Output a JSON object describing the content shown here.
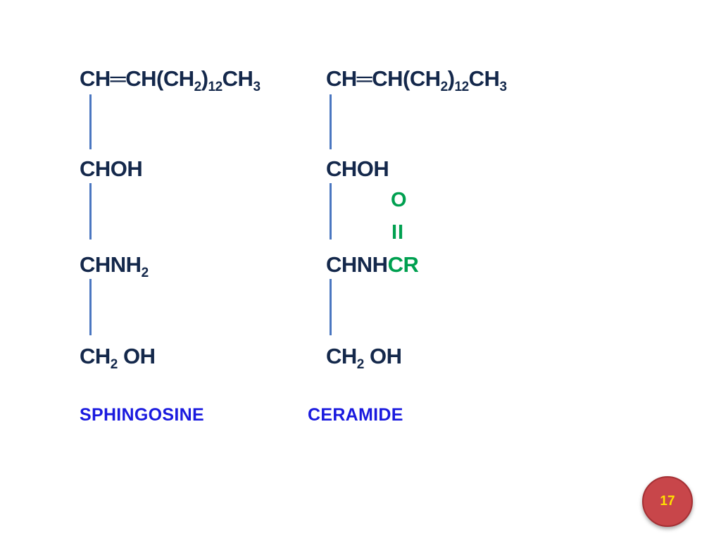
{
  "sphingosine": {
    "row1": {
      "a": "CH",
      "bond": "═",
      "b": "CH(CH",
      "sub1": "2",
      "c": ")",
      "sub2": "12",
      "d": "CH",
      "sub3": "3"
    },
    "row2": "CHOH",
    "row3": {
      "a": "CHNH",
      "sub": "2"
    },
    "row4": {
      "a": "CH",
      "sub": "2",
      "b": " OH"
    },
    "name": "SPHINGOSINE"
  },
  "ceramide": {
    "row1": {
      "a": "CH",
      "bond": "═",
      "b": "CH(CH",
      "sub1": "2",
      "c": ")",
      "sub2": "12",
      "d": "CH",
      "sub3": "3"
    },
    "row2": "CHOH",
    "carbonyl_o": "O",
    "carbonyl_bond": "II",
    "row3": {
      "a": "CHNH",
      "b": "CR"
    },
    "row4": {
      "a": "CH",
      "sub": "2",
      "b": " OH"
    },
    "name": "CERAMIDE"
  },
  "page_number": "17",
  "colors": {
    "formula": "#14284b",
    "bond_line": "#4a76c0",
    "accent_green": "#00a050",
    "name_blue": "#1a1adf",
    "badge_red": "#c8464a",
    "badge_text": "#ffe100"
  }
}
